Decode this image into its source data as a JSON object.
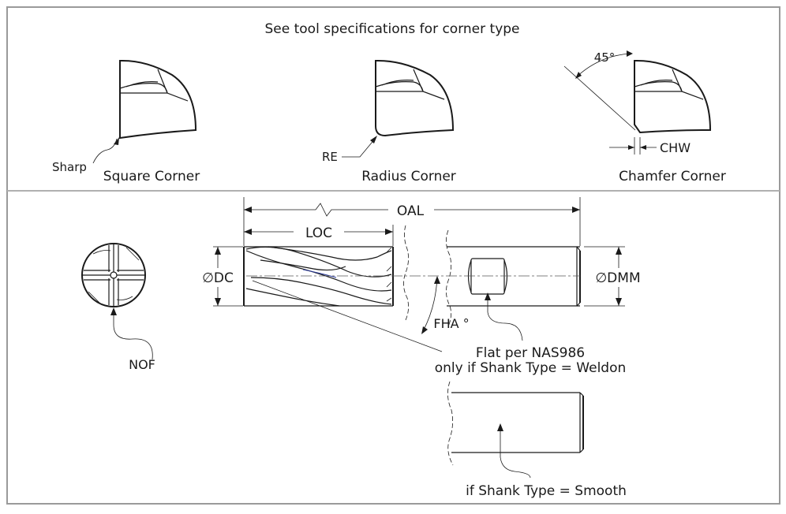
{
  "heading": "See tool specifications for corner type",
  "corners": {
    "square": {
      "caption": "Square Corner",
      "callout": "Sharp"
    },
    "radius": {
      "caption": "Radius Corner",
      "callout": "RE"
    },
    "chamfer": {
      "caption": "Chamfer Corner",
      "angle": "45°",
      "callout": "CHW"
    }
  },
  "dimensions": {
    "oal": "OAL",
    "loc": "LOC",
    "dc": "∅DC",
    "dmm": "∅DMM",
    "fha": "FHA °",
    "nof": "NOF"
  },
  "notes": {
    "flat_line1": "Flat per NAS986",
    "flat_line2": "only if Shank Type = Weldon",
    "smooth": "if Shank Type = Smooth"
  }
}
